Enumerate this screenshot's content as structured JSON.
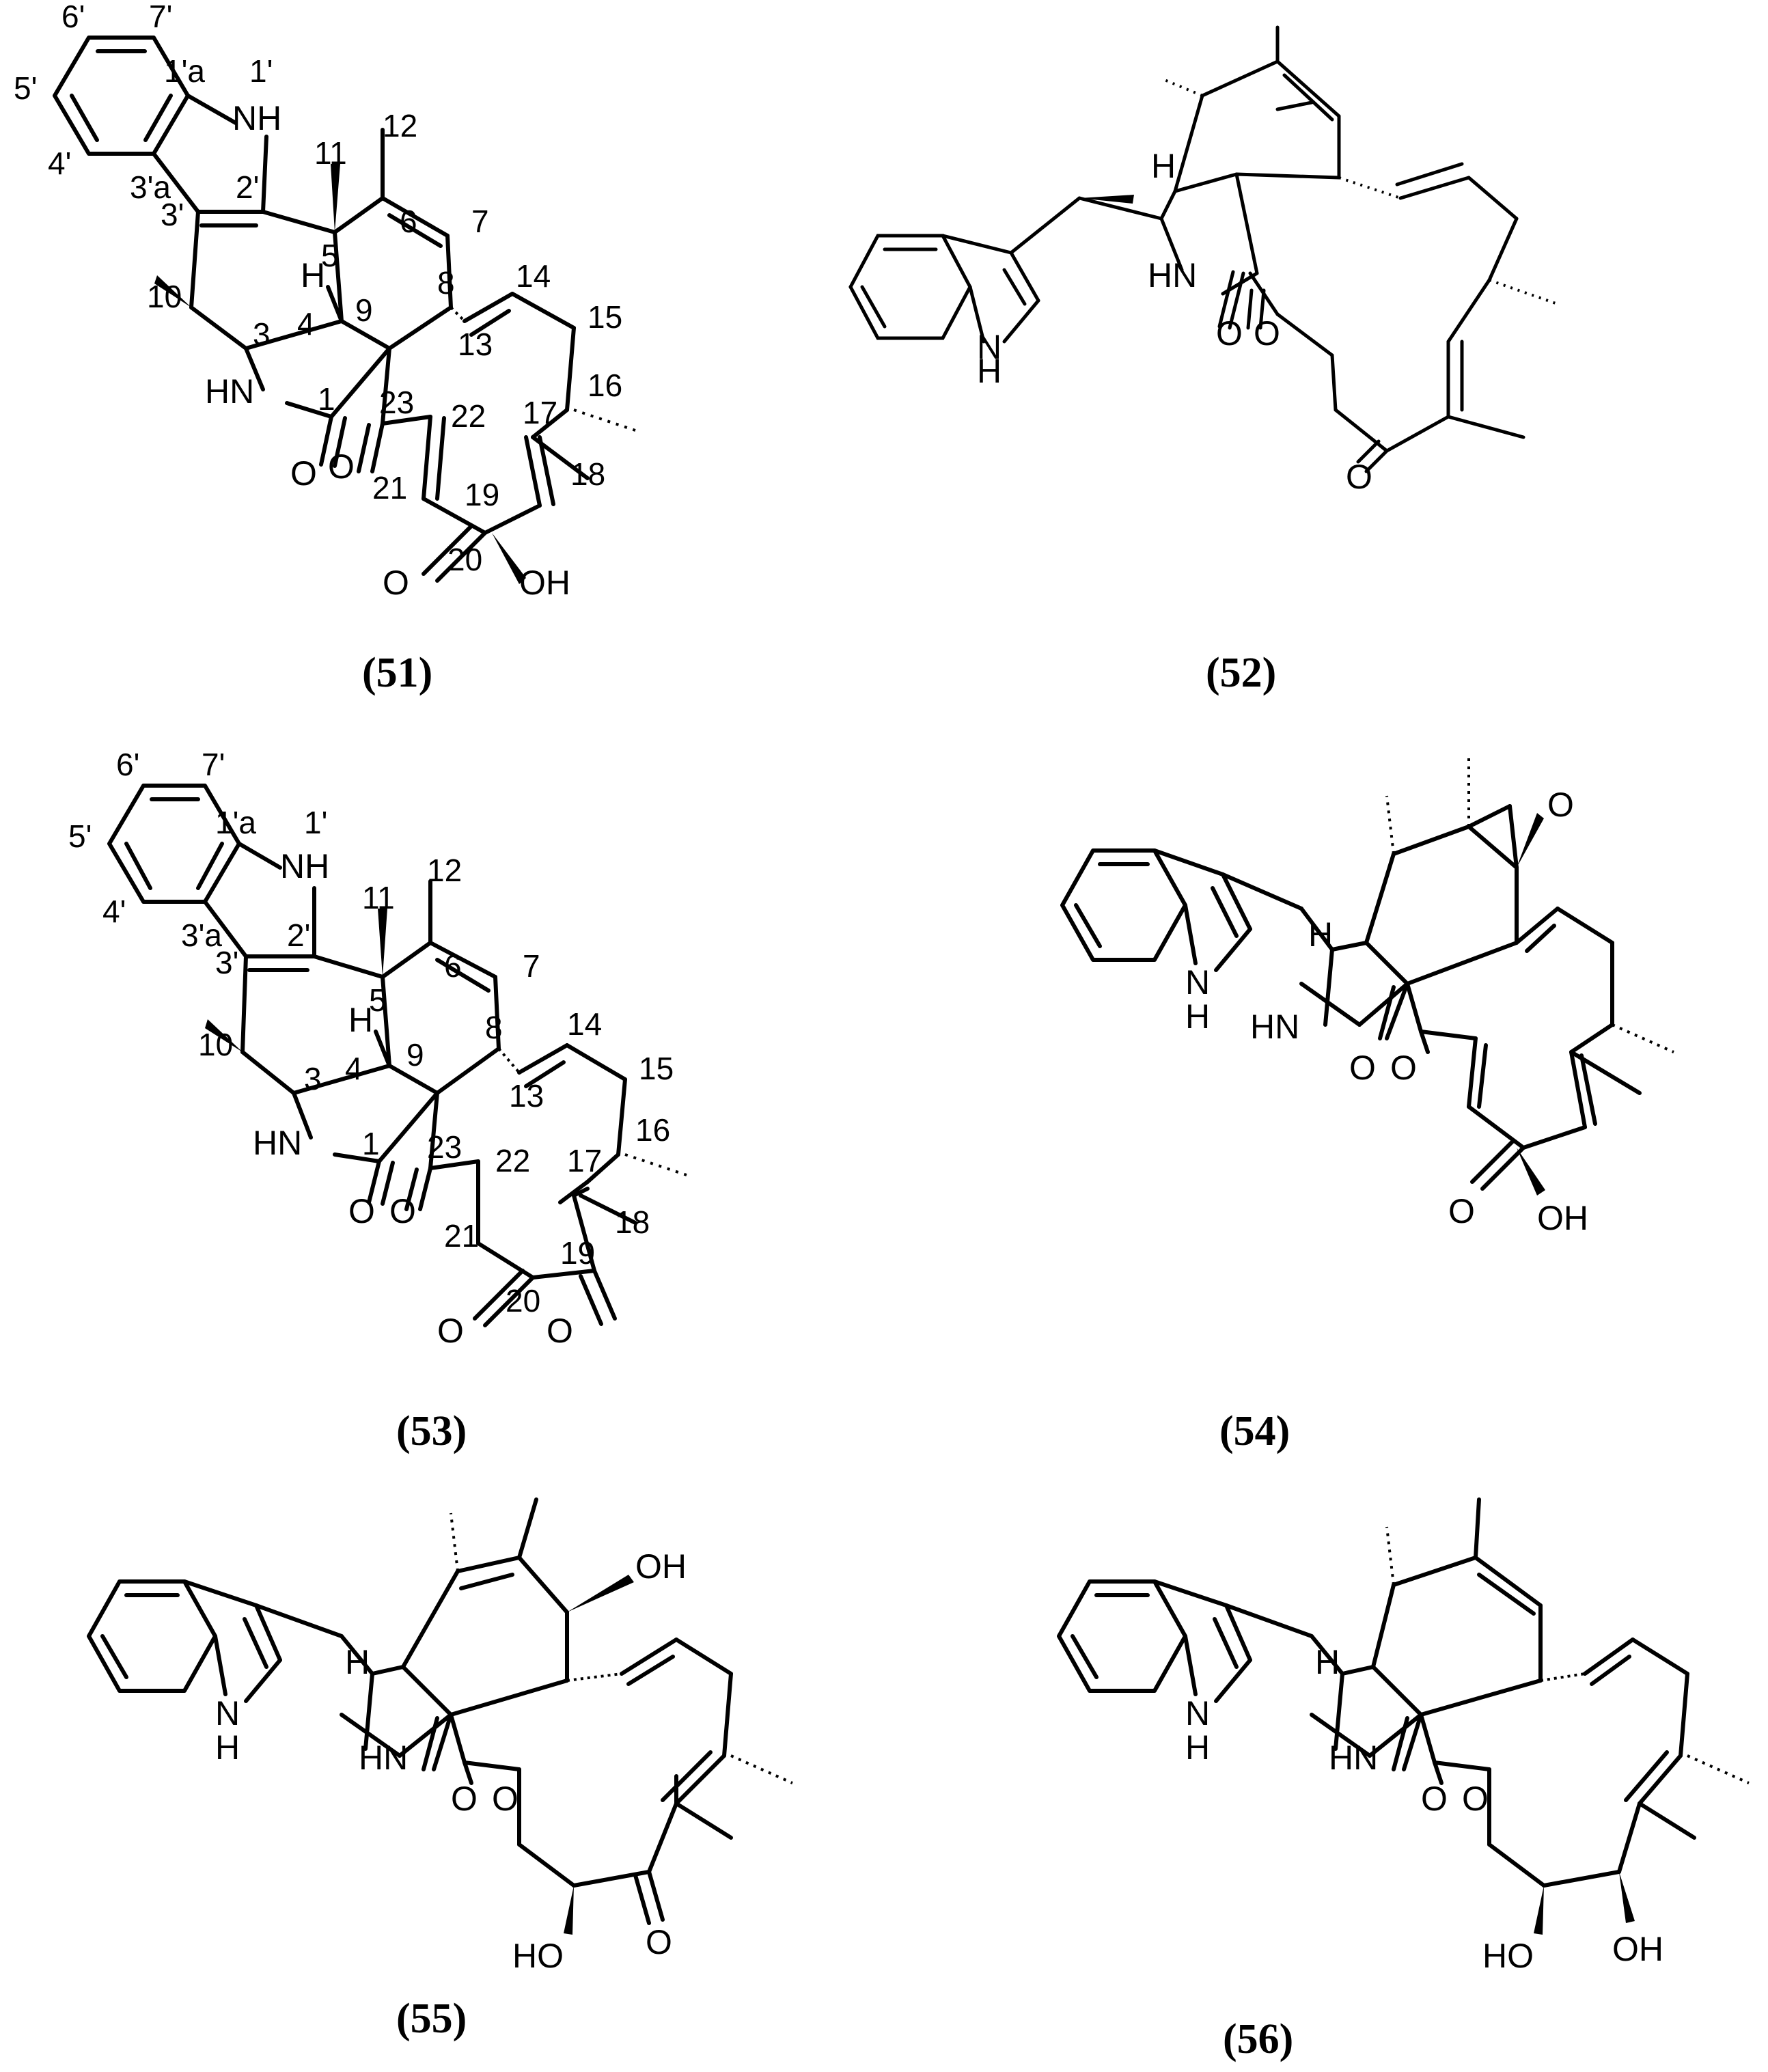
{
  "compounds": [
    {
      "id": "51",
      "caption": "(51)",
      "numbers": {
        "n7p": "7'",
        "n6p": "6'",
        "n5p": "5'",
        "n4p": "4'",
        "n1pa": "1'a",
        "n1p": "1'",
        "n3pa": "3'a",
        "n2p": "2'",
        "n3p": "3'",
        "n11": "11",
        "n12": "12",
        "n6": "6",
        "n5": "5",
        "n7": "7",
        "n10": "10",
        "n4": "4",
        "n8": "8",
        "n14": "14",
        "n15": "15",
        "n9": "9",
        "n3": "3",
        "n13": "13",
        "n16": "16",
        "n1": "1",
        "n23": "23",
        "n22": "22",
        "n17": "17",
        "n21": "21",
        "n18": "18",
        "n19": "19",
        "n20": "20"
      },
      "atoms": {
        "nh": "NH",
        "hn": "HN",
        "h": "H",
        "o1": "O",
        "o2": "O",
        "o3": "O",
        "oh": "OH"
      }
    },
    {
      "id": "52",
      "caption": "(52)",
      "atoms": {
        "h": "H",
        "hn": "HN",
        "n": "N",
        "nh_h": "H",
        "o1": "O",
        "o2": "O",
        "o3": "O"
      }
    },
    {
      "id": "53",
      "caption": "(53)",
      "numbers": {
        "n7p": "7'",
        "n6p": "6'",
        "n5p": "5'",
        "n4p": "4'",
        "n1pa": "1'a",
        "n1p": "1'",
        "n3pa": "3'a",
        "n2p": "2'",
        "n3p": "3'",
        "n11": "11",
        "n12": "12",
        "n6": "6",
        "n5": "5",
        "n7": "7",
        "n10": "10",
        "n4": "4",
        "n8": "8",
        "n14": "14",
        "n15": "15",
        "n9": "9",
        "n3": "3",
        "n13": "13",
        "n16": "16",
        "n1": "1",
        "n23": "23",
        "n22": "22",
        "n17": "17",
        "n21": "21",
        "n18": "18",
        "n19": "19",
        "n20": "20"
      },
      "atoms": {
        "nh": "NH",
        "hn": "HN",
        "h": "H",
        "o1": "O",
        "o2": "O",
        "o3": "O",
        "o4": "O"
      }
    },
    {
      "id": "54",
      "caption": "(54)",
      "atoms": {
        "h": "H",
        "o_ep": "O",
        "n": "N",
        "nh_h": "H",
        "hn": "HN",
        "o1": "O",
        "o2": "O",
        "o3": "O",
        "oh": "OH"
      }
    },
    {
      "id": "55",
      "caption": "(55)",
      "atoms": {
        "oh_top": "OH",
        "h": "H",
        "n": "N",
        "nh_h": "H",
        "hn": "HN",
        "o1": "O",
        "o2": "O",
        "ho": "HO",
        "o3": "O"
      }
    },
    {
      "id": "56",
      "caption": "(56)",
      "atoms": {
        "h": "H",
        "n": "N",
        "nh_h": "H",
        "hn": "HN",
        "o1": "O",
        "o2": "O",
        "ho": "HO",
        "oh": "OH"
      }
    }
  ]
}
